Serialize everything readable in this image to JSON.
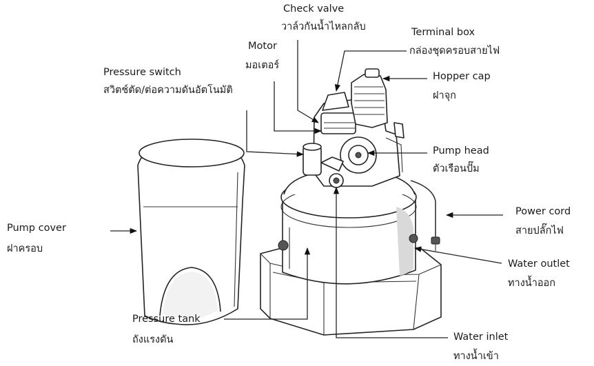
{
  "labels": {
    "check_valve": {
      "en": "Check valve",
      "th": "วาล์วกันน้ำไหลกลับ"
    },
    "terminal_box": {
      "en": "Terminal box",
      "th": "กล่องชุดครอบสายไฟ"
    },
    "motor": {
      "en": "Motor",
      "th": "มอเตอร์"
    },
    "hopper_cap": {
      "en": "Hopper cap",
      "th": "ฝาจุก"
    },
    "pressure_switch": {
      "en": "Pressure switch",
      "th": "สวิตช์ตัด/ต่อความดันอัตโนมัติ"
    },
    "pump_head": {
      "en": "Pump head",
      "th": "ตัวเรือนปั๊ม"
    },
    "power_cord": {
      "en": "Power cord",
      "th": "สายปลั๊กไฟ"
    },
    "pump_cover": {
      "en": "Pump cover",
      "th": "ฝาครอบ"
    },
    "water_outlet": {
      "en": "Water outlet",
      "th": "ทางน้ำออก"
    },
    "pressure_tank": {
      "en": "Pressure tank",
      "th": "ถังแรงดัน"
    },
    "water_inlet": {
      "en": "Water inlet",
      "th": "ทางน้ำเข้า"
    }
  },
  "icons": {
    "arrowheads": "filled-triangle-arrow-icon"
  }
}
